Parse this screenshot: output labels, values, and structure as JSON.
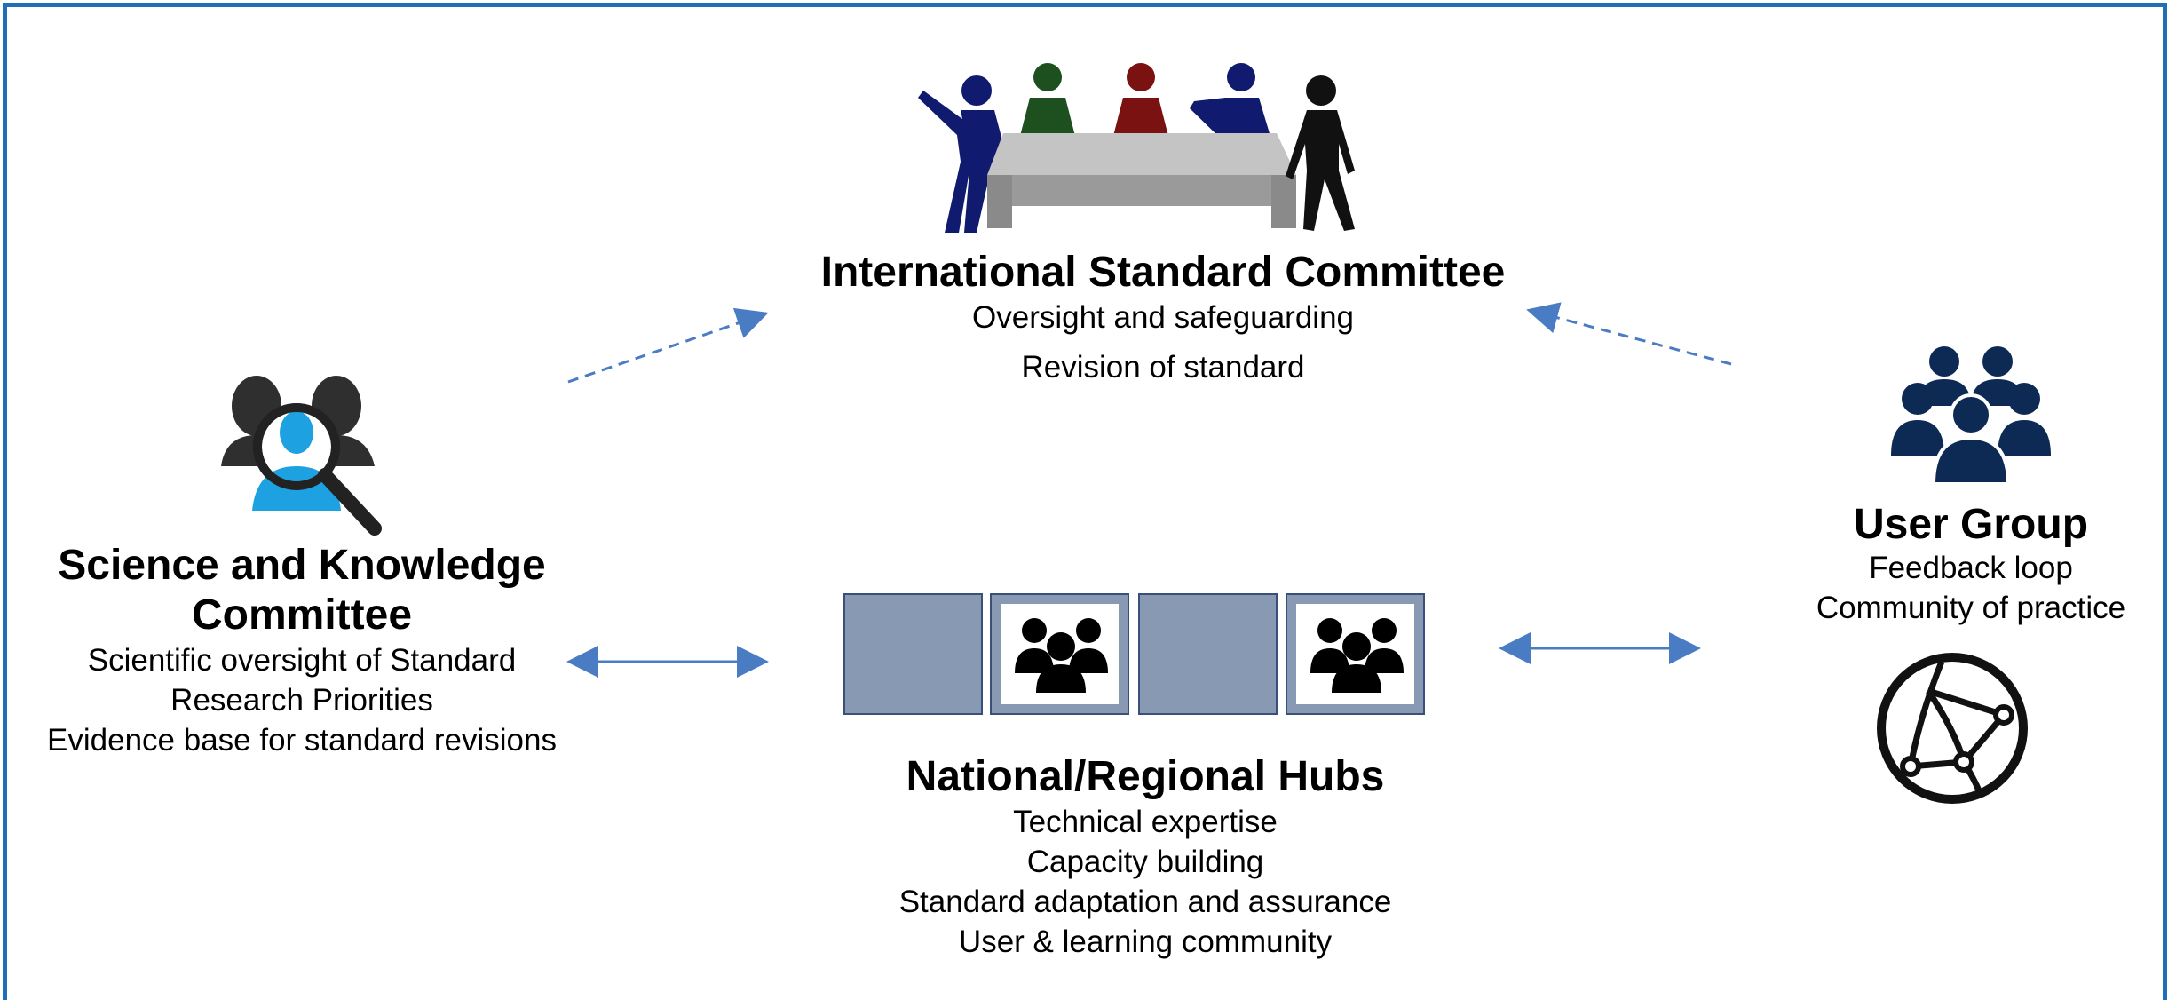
{
  "international_committee": {
    "title": "International Standard Committee",
    "lines": [
      "Oversight and safeguarding",
      "Revision of standard"
    ]
  },
  "science_committee": {
    "title_line1": "Science and Knowledge",
    "title_line2": "Committee",
    "lines": [
      "Scientific oversight of Standard",
      "Research Priorities",
      "Evidence base for standard revisions"
    ]
  },
  "user_group": {
    "title": "User Group",
    "lines": [
      "Feedback loop",
      "Community of practice"
    ]
  },
  "hubs": {
    "title": "National/Regional Hubs",
    "lines": [
      "Technical expertise",
      "Capacity building",
      "Standard adaptation and assurance",
      "User & learning community"
    ]
  },
  "colors": {
    "border": "#1f6fb8",
    "arrow": "#4a7cc4",
    "hub_fill": "#8799b3",
    "user_group_icon": "#0d2a55"
  },
  "icons": {
    "committee": "meeting-table-icon",
    "science": "people-magnifier-icon",
    "user_group": "user-group-icon",
    "globe": "network-globe-icon",
    "hub_group": "group-icon"
  }
}
